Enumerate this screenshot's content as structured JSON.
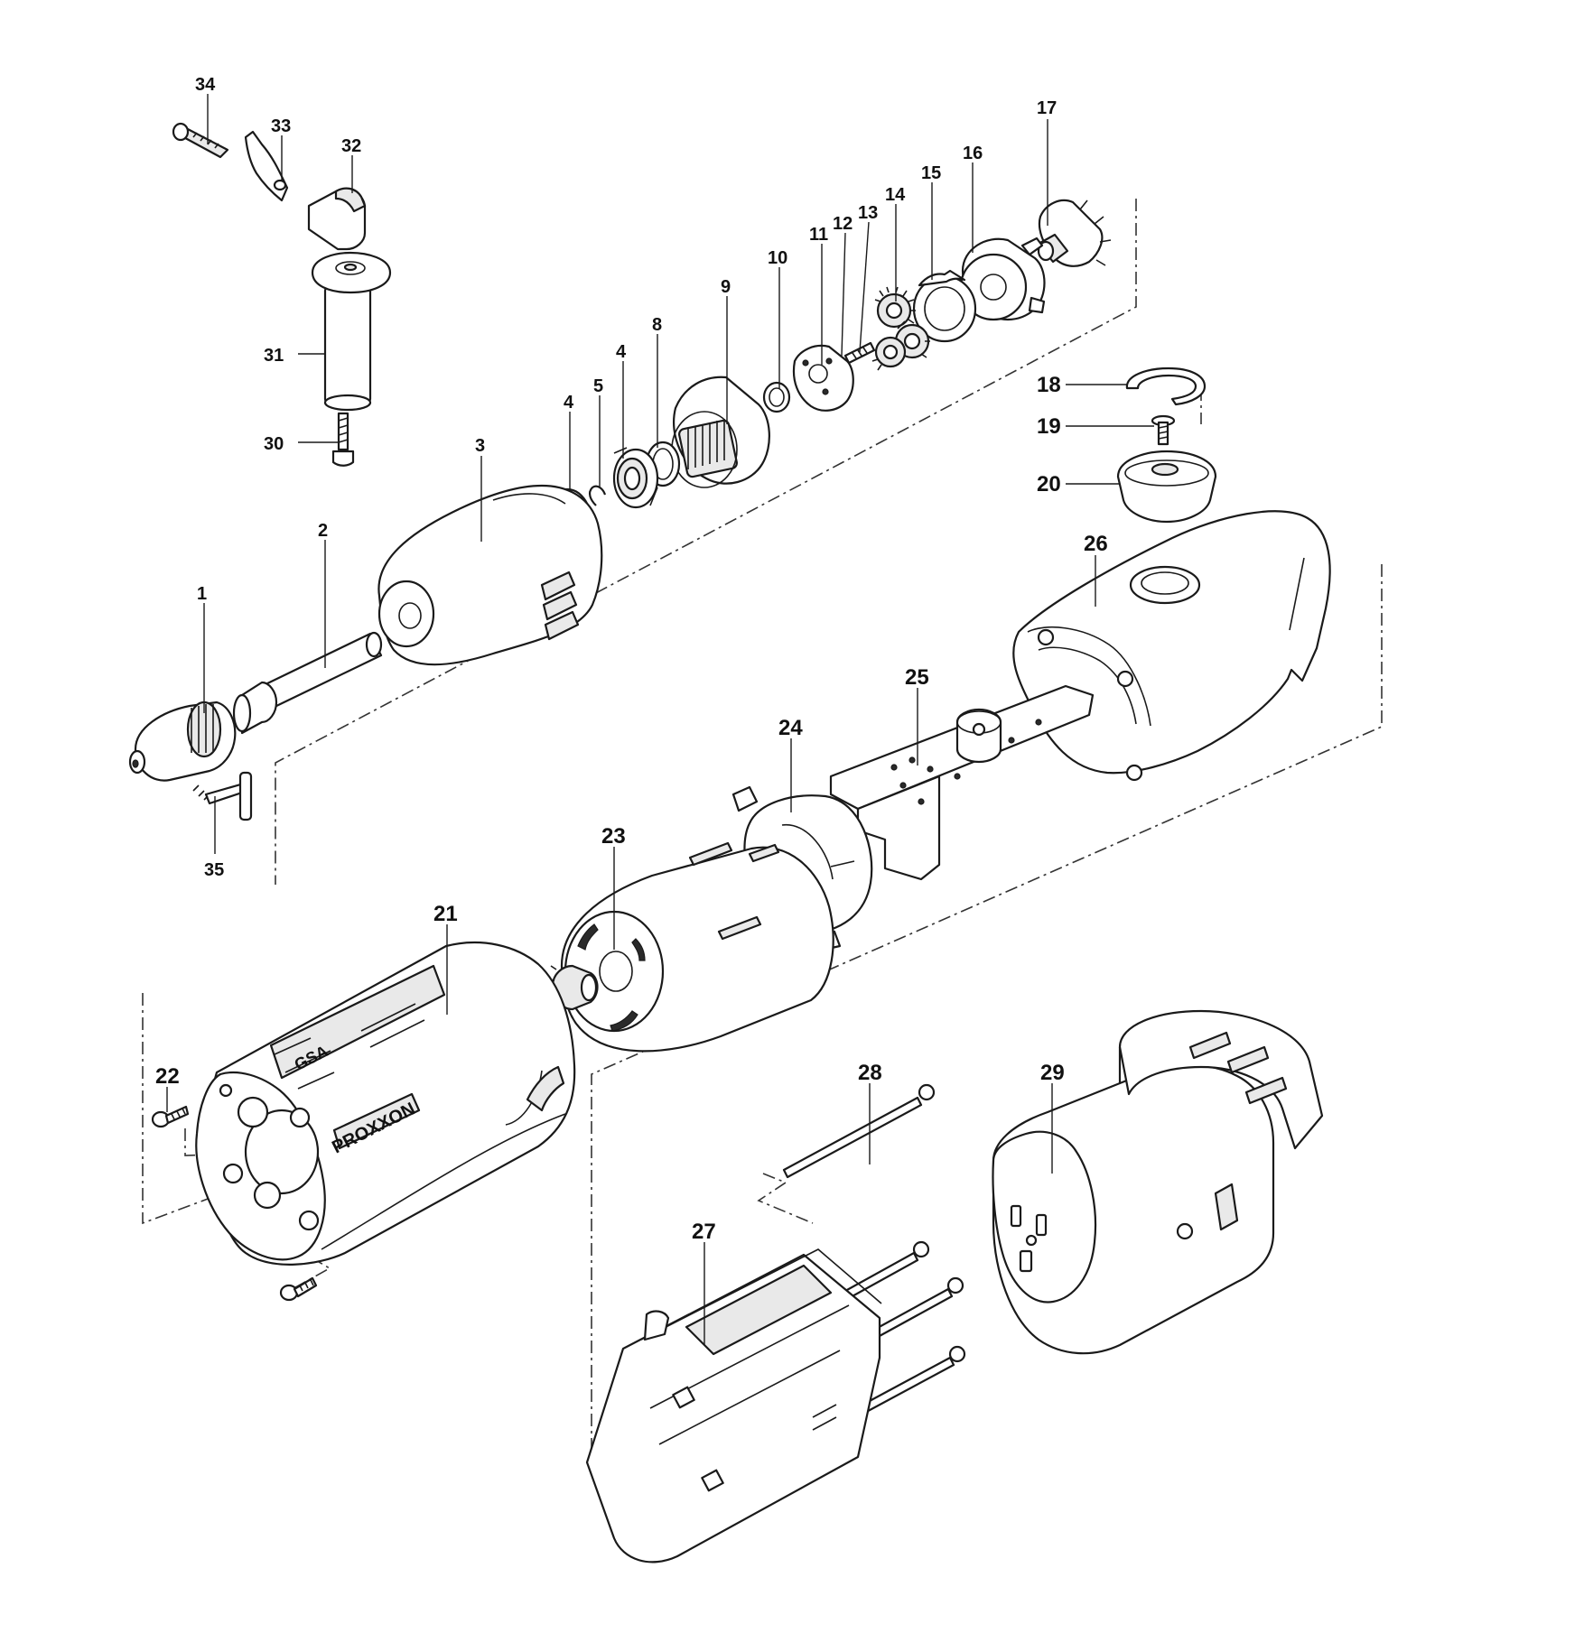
{
  "diagram": {
    "callouts": [
      {
        "id": "c1",
        "text": "1"
      },
      {
        "id": "c2",
        "text": "2"
      },
      {
        "id": "c3",
        "text": "3"
      },
      {
        "id": "c4a",
        "text": "4"
      },
      {
        "id": "c4b",
        "text": "4"
      },
      {
        "id": "c5",
        "text": "5"
      },
      {
        "id": "c8",
        "text": "8"
      },
      {
        "id": "c9",
        "text": "9"
      },
      {
        "id": "c10",
        "text": "10"
      },
      {
        "id": "c11",
        "text": "11"
      },
      {
        "id": "c12",
        "text": "12"
      },
      {
        "id": "c13",
        "text": "13"
      },
      {
        "id": "c14",
        "text": "14"
      },
      {
        "id": "c15",
        "text": "15"
      },
      {
        "id": "c16",
        "text": "16"
      },
      {
        "id": "c17",
        "text": "17"
      },
      {
        "id": "c18",
        "text": "18"
      },
      {
        "id": "c19",
        "text": "19"
      },
      {
        "id": "c20",
        "text": "20"
      },
      {
        "id": "c21",
        "text": "21"
      },
      {
        "id": "c22",
        "text": "22"
      },
      {
        "id": "c23",
        "text": "23"
      },
      {
        "id": "c24",
        "text": "24"
      },
      {
        "id": "c25",
        "text": "25"
      },
      {
        "id": "c26",
        "text": "26"
      },
      {
        "id": "c27",
        "text": "27"
      },
      {
        "id": "c28",
        "text": "28"
      },
      {
        "id": "c29",
        "text": "29"
      },
      {
        "id": "c30",
        "text": "30"
      },
      {
        "id": "c31",
        "text": "31"
      },
      {
        "id": "c32",
        "text": "32"
      },
      {
        "id": "c33",
        "text": "33"
      },
      {
        "id": "c34",
        "text": "34"
      },
      {
        "id": "c35",
        "text": "35"
      }
    ],
    "brand_text": "PROXXON",
    "label_plate_text": "GSA"
  }
}
